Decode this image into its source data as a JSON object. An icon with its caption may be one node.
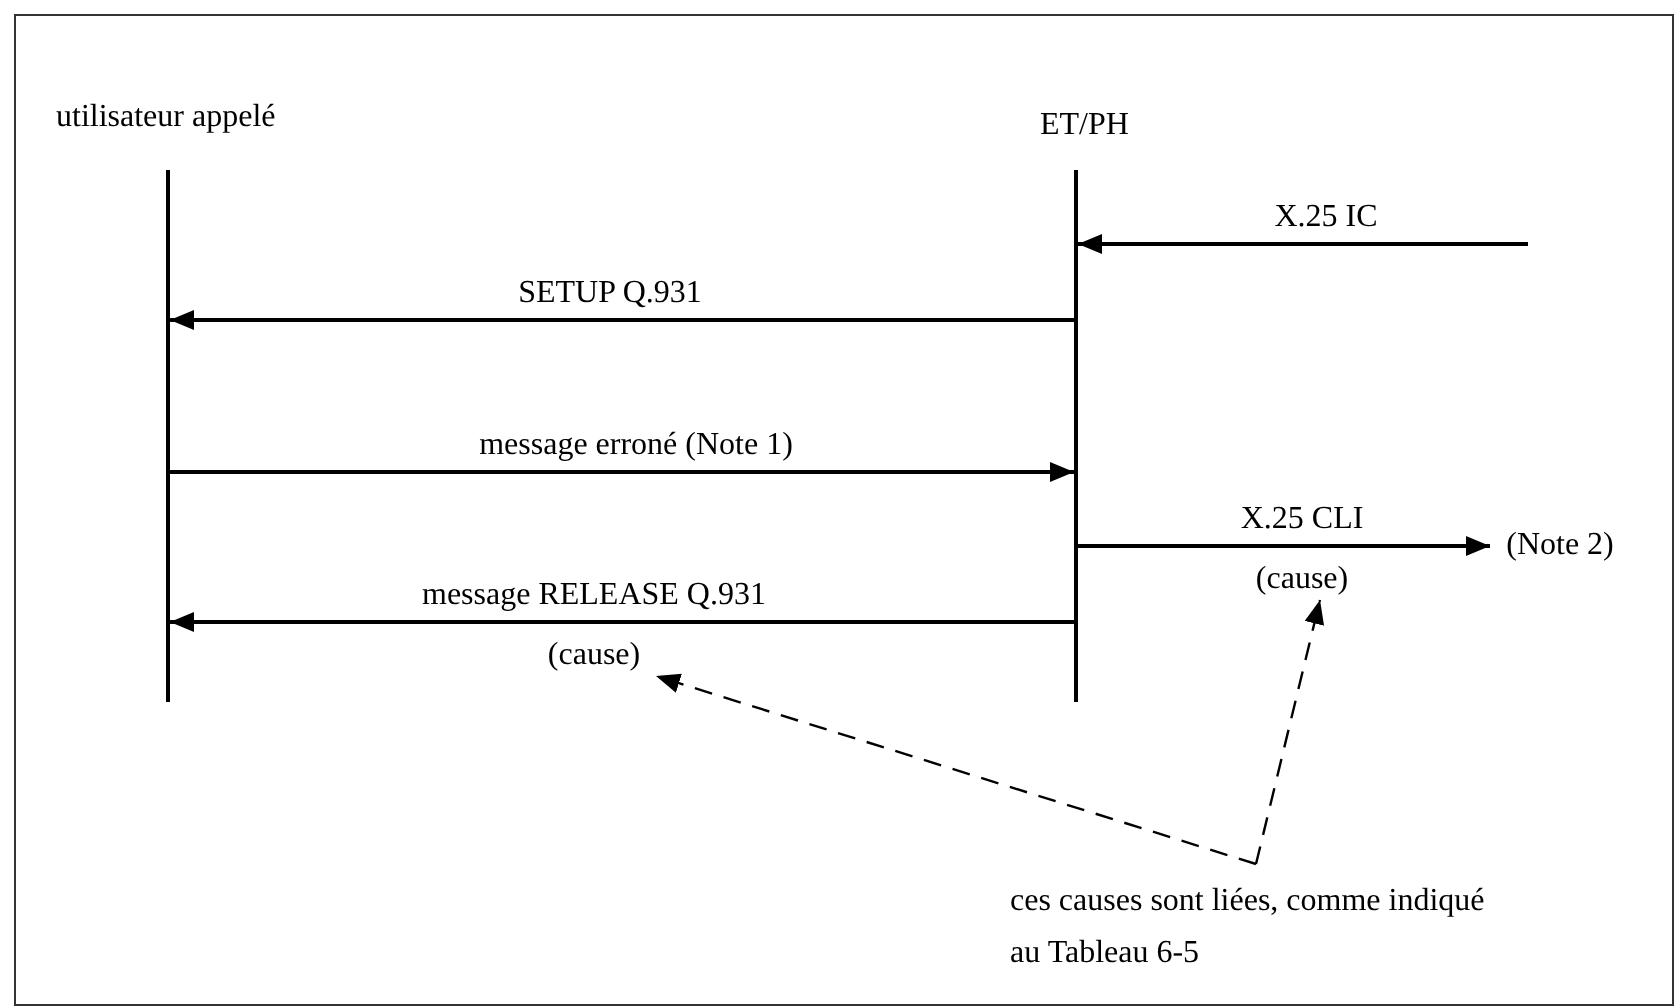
{
  "diagram": {
    "nodes": [
      {
        "text": [],
        "shape": "bar"
      },
      {
        "text": [],
        "shape": "bar"
      },
      {
        "text": [
          "(Note 2)"
        ]
      },
      {
        "text": [
          "(cause)"
        ]
      },
      {
        "text": [
          "(cause)"
        ]
      },
      {
        "text": [
          "ces causes sont liées, comme indiqué au Tableau 6-5"
        ]
      }
    ],
    "edges": [
      {
        "from": null,
        "to": 1,
        "arrow": "to",
        "label": "X.25 IC"
      },
      {
        "from": 1,
        "to": 0,
        "arrow": "to",
        "label": "SETUP Q.931"
      },
      {
        "from": 0,
        "to": 1,
        "arrow": "to",
        "label": "message erroné (Note 1)"
      },
      {
        "from": 1,
        "to": 2,
        "arrow": "to",
        "label": "X.25 CLI"
      },
      {
        "from": 1,
        "to": 0,
        "arrow": "to",
        "label": "message RELEASE Q.931"
      },
      {
        "from": 5,
        "to": 4,
        "arrow": "to",
        "style": "dashed"
      },
      {
        "from": 5,
        "to": 3,
        "arrow": "to",
        "style": "dashed"
      }
    ],
    "labels": [
      "utilisateur appelé",
      "ET/PH"
    ]
  }
}
